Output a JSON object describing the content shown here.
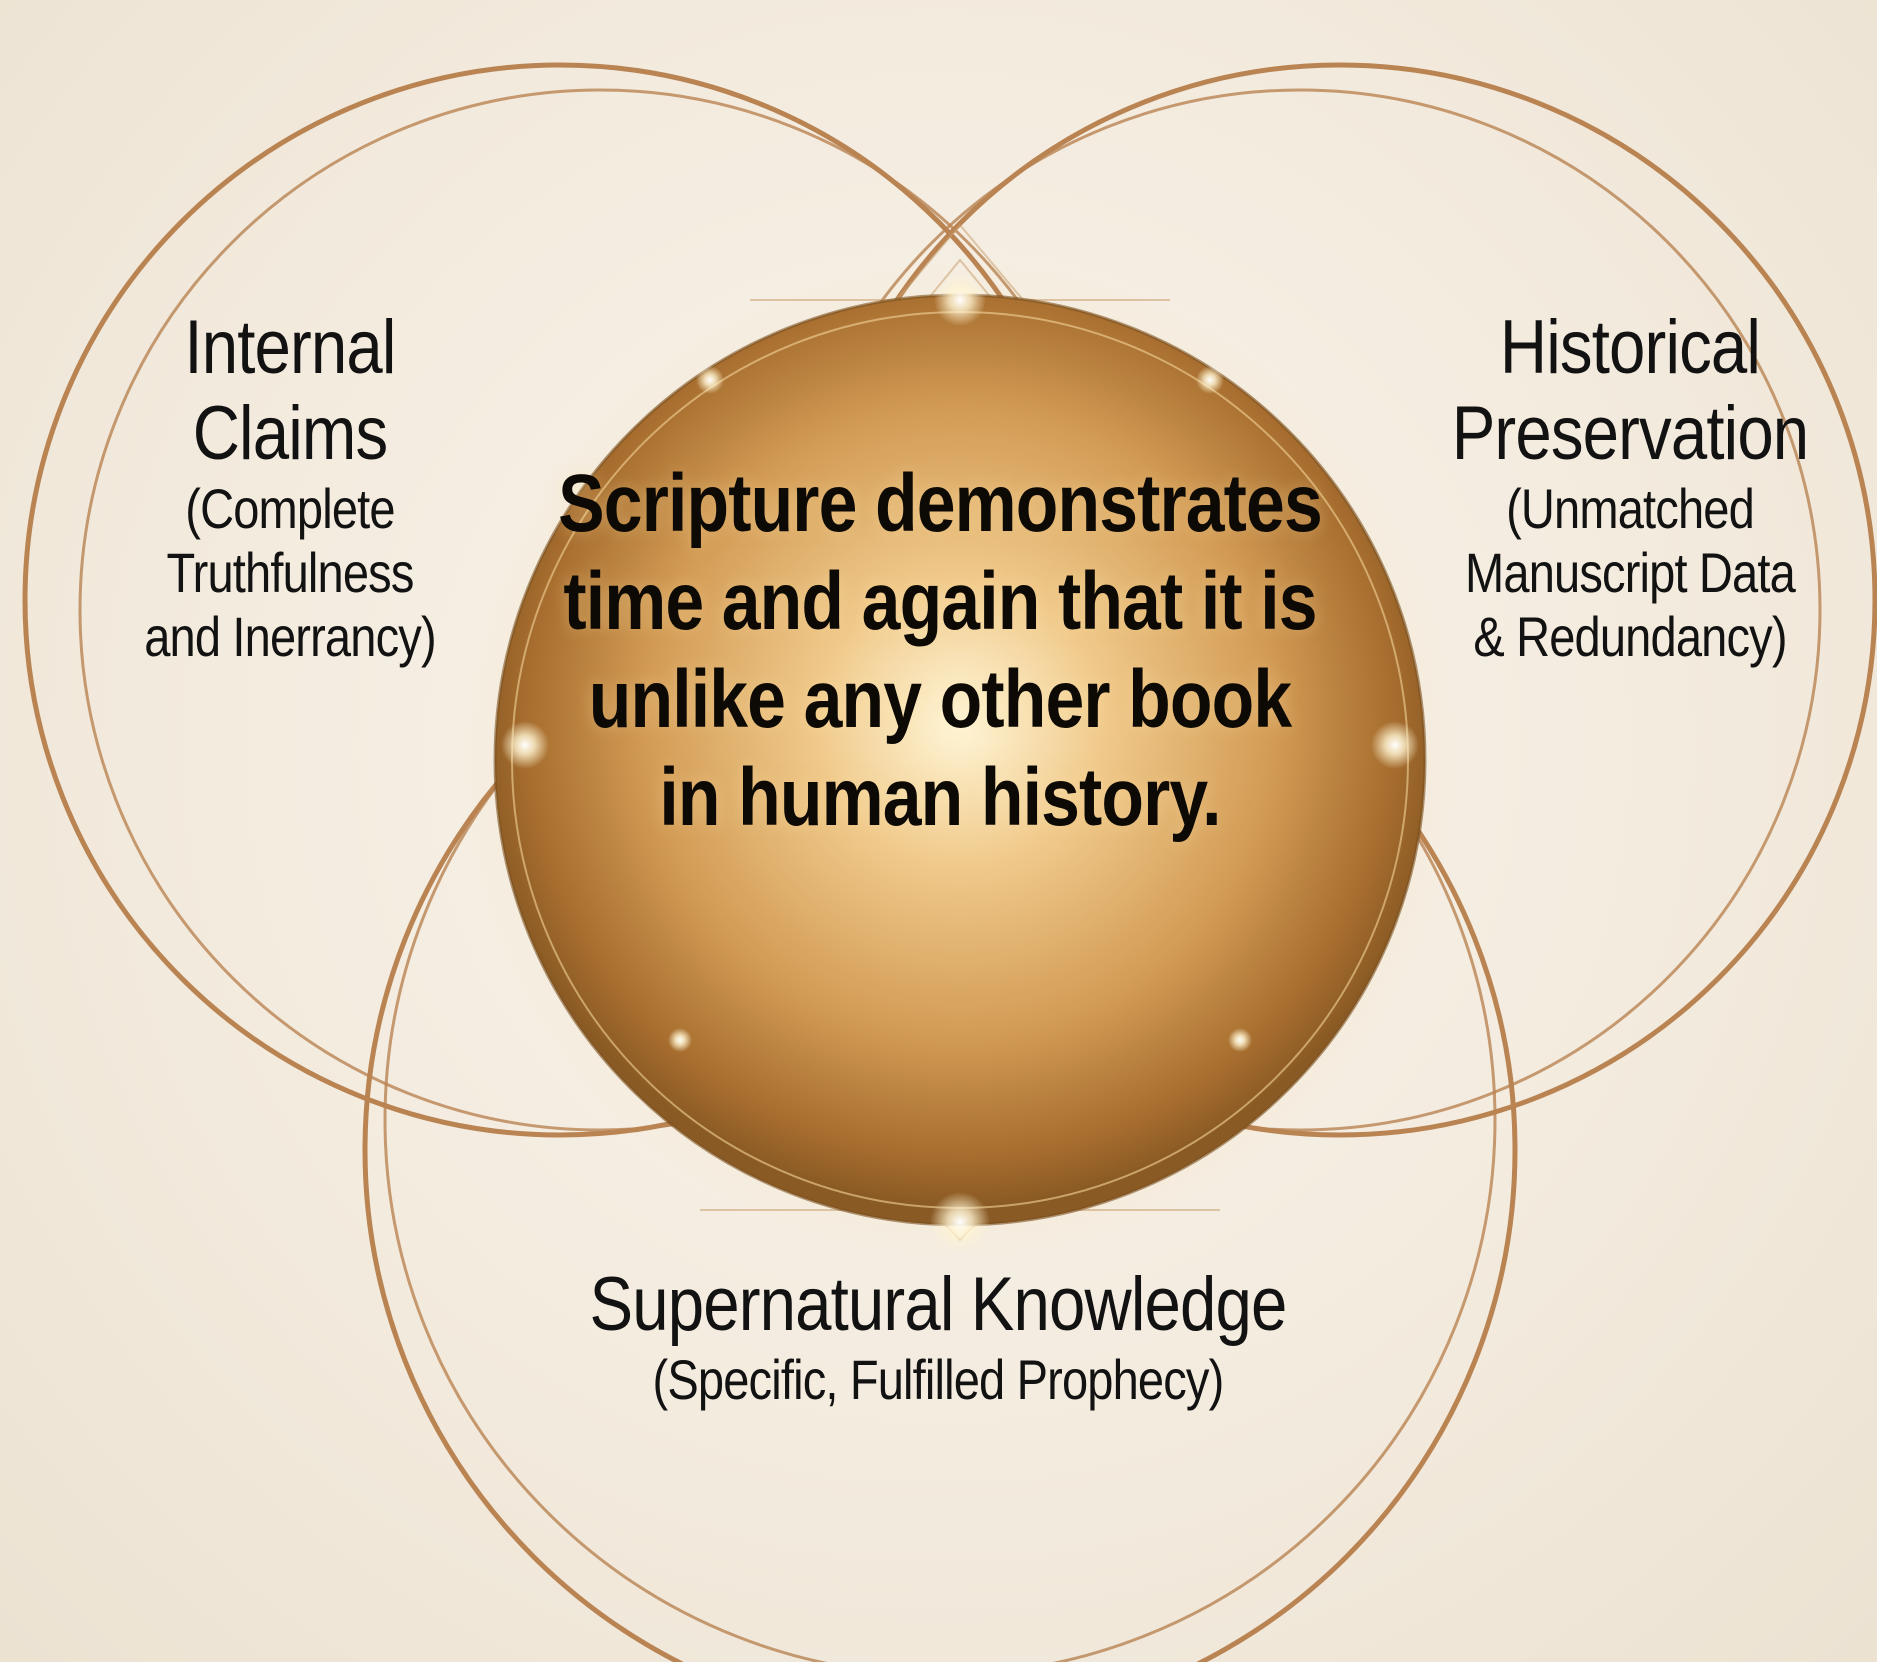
{
  "center": {
    "text": "Scripture demonstrates time and again that it is unlike any other book in human history."
  },
  "circles": [
    {
      "id": "internal",
      "title_lines": [
        "Internal",
        "Claims"
      ],
      "subtitle_lines": [
        "(Complete",
        "Truthfulness",
        "and Inerrancy)"
      ]
    },
    {
      "id": "historical",
      "title_lines": [
        "Historical",
        "Preservation"
      ],
      "subtitle_lines": [
        "(Unmatched",
        "Manuscript Data",
        "& Redundancy)"
      ]
    },
    {
      "id": "supernatural",
      "title_lines": [
        "Supernatural Knowledge"
      ],
      "subtitle_lines": [
        "(Specific, Fulfilled Prophecy)"
      ]
    }
  ],
  "colors": {
    "background": "#f4ede1",
    "ring": "#b98352",
    "gold_light": "#fff3cf",
    "gold_mid": "#d9a55c",
    "gold_dark": "#8a5a24",
    "text": "#121212"
  }
}
